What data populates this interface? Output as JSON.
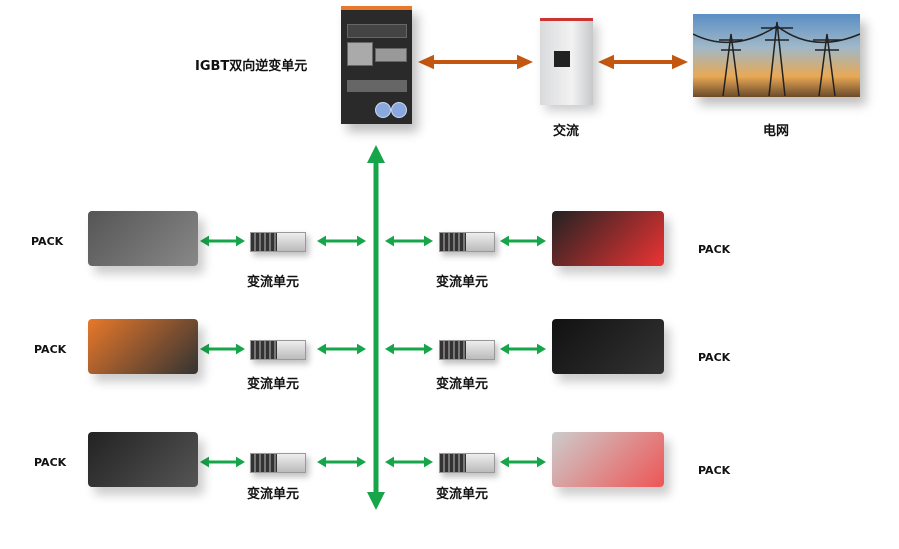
{
  "top": {
    "inverter_label": "IGBT双向逆变单元",
    "ac_label": "交流",
    "grid_label": "电网"
  },
  "rows": [
    {
      "left_pack": "PACK",
      "left_converter": "变流单元",
      "right_converter": "变流单元",
      "right_pack": "PACK"
    },
    {
      "left_pack": "PACK",
      "left_converter": "变流单元",
      "right_converter": "变流单元",
      "right_pack": "PACK"
    },
    {
      "left_pack": "PACK",
      "left_converter": "变流单元",
      "right_converter": "变流单元",
      "right_pack": "PACK"
    }
  ],
  "colors": {
    "ac_arrow": "#c4570f",
    "dc_arrow": "#17a54a",
    "cabinet_trim": "#e8782a"
  }
}
